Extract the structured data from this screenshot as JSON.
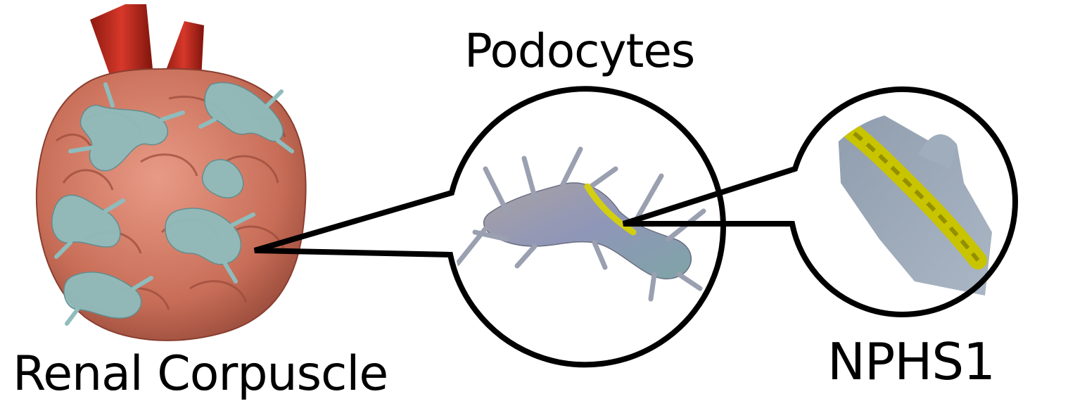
{
  "labels": {
    "renal_corpuscle": "Renal Corpuscle",
    "podocytes": "Podocytes",
    "nphs1": "NPHS1"
  },
  "colors": {
    "vessel": "#b8261a",
    "glomerulus_tissue": "#cf7a66",
    "podocyte_cell": "#8fbcbc",
    "podocyte_single": "#9a9aa8",
    "nphs1_highlight": "#d9d400",
    "membrane_gray": "#9aa8b8",
    "outline": "#000000"
  }
}
